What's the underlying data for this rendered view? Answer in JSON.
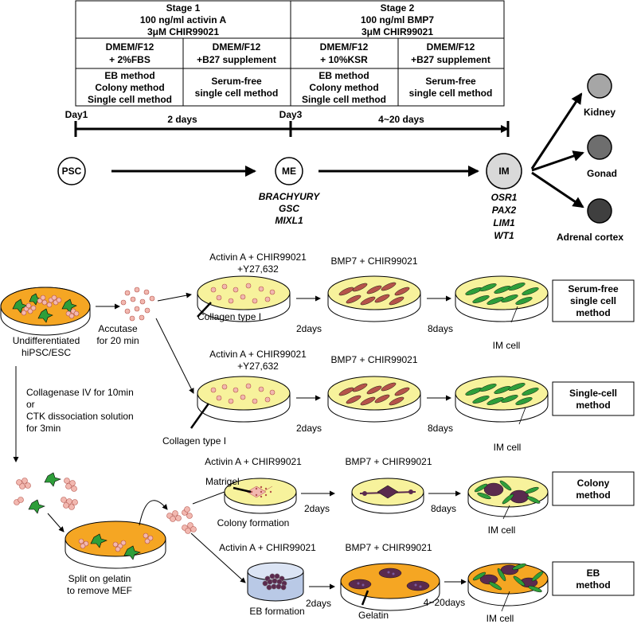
{
  "stage_table": {
    "stage1": {
      "title": "Stage 1",
      "factor1": "100 ng/ml activin A",
      "factor2": "3μM CHIR99021",
      "medium_a_line1": "DMEM/F12",
      "medium_a_line2": "+ 2%FBS",
      "medium_b_line1": "DMEM/F12",
      "medium_b_line2": "+B27 supplement",
      "methods_a": [
        "EB method",
        "Colony method",
        "Single cell method"
      ],
      "methods_b": [
        "Serum-free",
        "single cell method"
      ]
    },
    "stage2": {
      "title": "Stage 2",
      "factor1": "100 ng/ml BMP7",
      "factor2": "3μM CHIR99021",
      "medium_a_line1": "DMEM/F12",
      "medium_a_line2": "+ 10%KSR",
      "medium_b_line1": "DMEM/F12",
      "medium_b_line2": "+B27 supplement",
      "methods_a": [
        "EB method",
        "Colony method",
        "Single cell method"
      ],
      "methods_b": [
        "Serum-free",
        "single cell method"
      ]
    }
  },
  "timeline": {
    "day1": "Day1",
    "day3": "Day3",
    "interval1": "2 days",
    "interval2": "4~20 days"
  },
  "stages": {
    "psc": "PSC",
    "me": "ME",
    "im": "IM",
    "me_markers": [
      "BRACHYURY",
      "GSC",
      "MIXL1"
    ],
    "im_markers": [
      "OSR1",
      "PAX2",
      "LIM1",
      "WT1"
    ],
    "outcomes": [
      "Kidney",
      "Gonad",
      "Adrenal cortex"
    ]
  },
  "protocol": {
    "undiff_label": [
      "Undifferentiated",
      "hiPSC/ESC"
    ],
    "accutase": [
      "Accutase",
      "for 20 min"
    ],
    "collagenase": [
      "Collagenase IV for 10min",
      "or",
      "CTK dissociation solution",
      "for 3min"
    ],
    "split": [
      "Split on gelatin",
      "to remove MEF"
    ],
    "row1": {
      "stage1": [
        "Activin A + CHIR99021",
        "+Y27,632"
      ],
      "stage2": "BMP7 + CHIR99021",
      "substrate": "Collagen type I",
      "t1": "2days",
      "t2": "8days",
      "result": "IM cell",
      "method": [
        "Serum-free",
        "single cell",
        "method"
      ]
    },
    "row2": {
      "stage1": [
        "Activin A + CHIR99021",
        "+Y27,632"
      ],
      "stage2": "BMP7 + CHIR99021",
      "substrate": "Collagen type I",
      "t1": "2days",
      "t2": "8days",
      "result": "IM cell",
      "method": [
        "Single-cell",
        "method"
      ]
    },
    "row3": {
      "stage1": "Activin A + CHIR99021",
      "stage2": "BMP7 + CHIR99021",
      "substrate": "Matrigel",
      "formation": "Colony formation",
      "t1": "2days",
      "t2": "8days",
      "result": "IM cell",
      "method": [
        "Colony",
        "method"
      ]
    },
    "row4": {
      "stage1": "Activin A + CHIR99021",
      "stage2": "BMP7 + CHIR99021",
      "substrate": "Gelatin",
      "formation": "EB formation",
      "t1": "2days",
      "t2": "4~20days",
      "result": "IM cell",
      "method": [
        "EB",
        "method"
      ]
    }
  },
  "colors": {
    "dish_yellow": "#f7f29c",
    "dish_orange": "#f5a623",
    "cell_pink": "#f2b8b0",
    "cell_red": "#b5534a",
    "cell_green": "#2e9e3a",
    "colony_purple": "#5a2a4e",
    "eb_blue": "#b9c9e6",
    "kidney_gray": "#a6a6a6",
    "gonad_gray": "#6e6e6e",
    "adrenal_gray": "#3f3f3f",
    "im_gray": "#d9d9d9"
  }
}
